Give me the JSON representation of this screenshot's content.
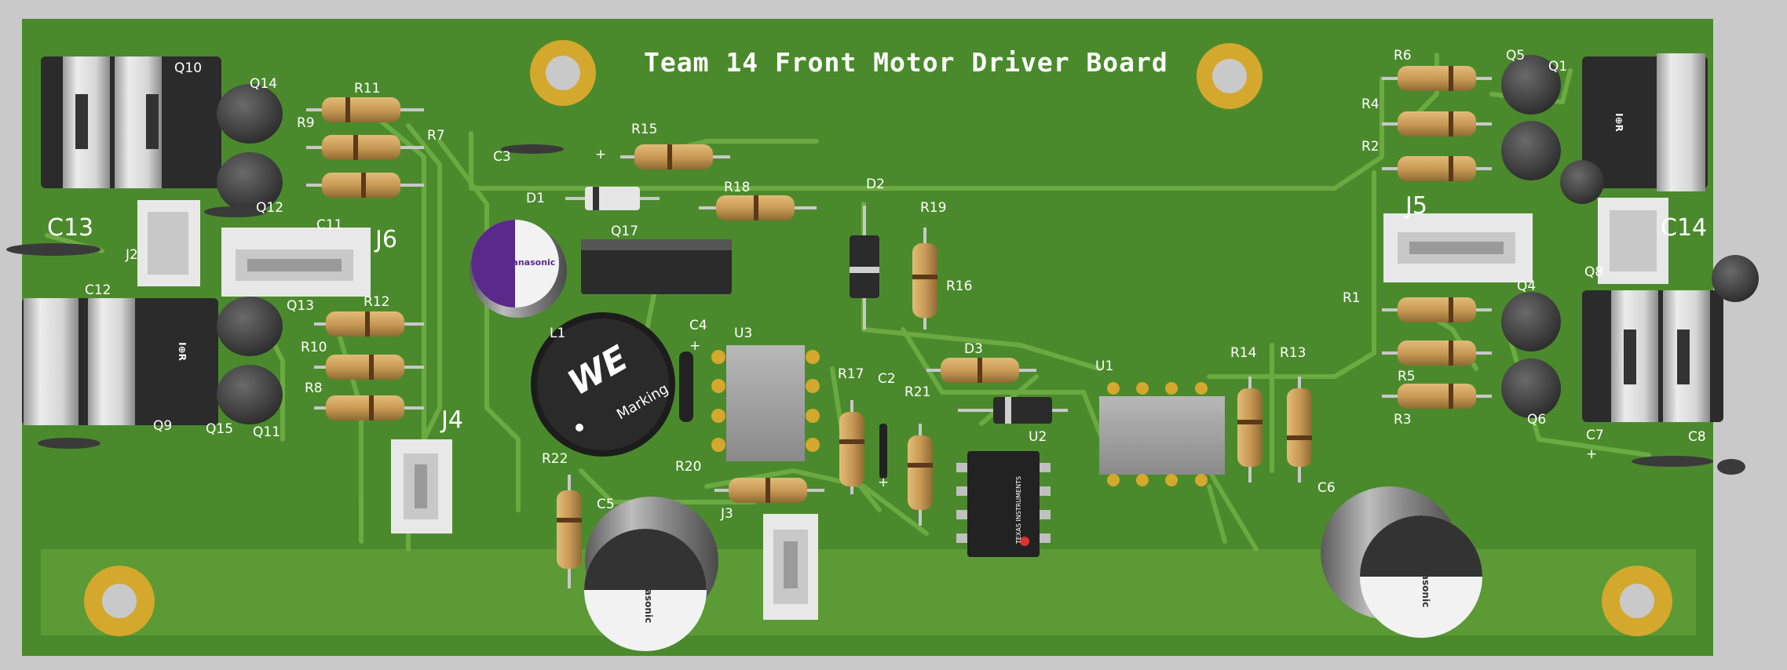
{
  "board": {
    "title": "Team 14 Front Motor Driver Board",
    "colors": {
      "background": "#c9c9c9",
      "pcb": "#4b8a2c",
      "trace": "#6aa83e",
      "pad_gold": "#d4a82c",
      "mosfet_body": "#2b2b2b",
      "resistor_body": "#c99a55"
    }
  },
  "labels": {
    "R1": "R1",
    "R2": "R2",
    "R3": "R3",
    "R4": "R4",
    "R5": "R5",
    "R6": "R6",
    "R7": "R7",
    "R8": "R8",
    "R9": "R9",
    "R10": "R10",
    "R11": "R11",
    "R12": "R12",
    "R13": "R13",
    "R14": "R14",
    "R15": "R15",
    "R16": "R16",
    "R17": "R17",
    "R18": "R18",
    "R19": "R19",
    "R20": "R20",
    "R21": "R21",
    "R22": "R22",
    "Q1": "Q1",
    "Q4": "Q4",
    "Q5": "Q5",
    "Q6": "Q6",
    "Q8": "Q8",
    "Q9": "Q9",
    "Q10": "Q10",
    "Q11": "Q11",
    "Q12": "Q12",
    "Q13": "Q13",
    "Q14": "Q14",
    "Q15": "Q15",
    "Q17": "Q17",
    "C2": "C2",
    "C3": "C3",
    "C4": "C4",
    "C5": "C5",
    "C6": "C6",
    "C7": "C7",
    "C8": "C8",
    "C11": "C11",
    "C12": "C12",
    "C13": "C13",
    "C14": "C14",
    "D1": "D1",
    "D2": "D2",
    "D3": "D3",
    "U1": "U1",
    "U2": "U2",
    "U3": "U3",
    "J2": "J2",
    "J3": "J3",
    "J4": "J4",
    "J5": "J5",
    "J6": "J6",
    "L1": "L1",
    "plus": "+"
  },
  "brands": {
    "panasonic": "Panasonic",
    "ir": "I⊕R",
    "we": "WE",
    "marking": "Marking",
    "ti": "TEXAS INSTRUMENTS"
  }
}
